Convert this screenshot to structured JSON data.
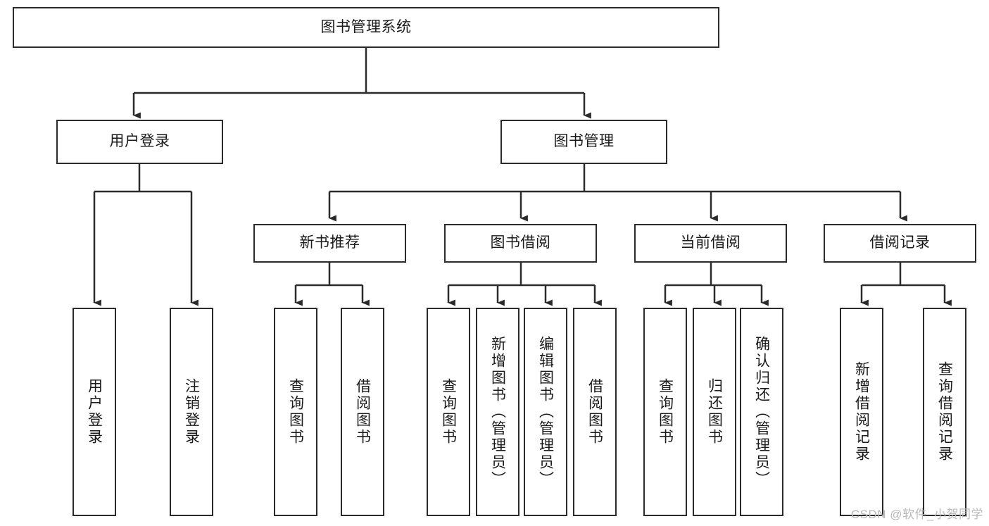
{
  "diagram": {
    "type": "hierarchy-tree",
    "title": "图书管理系统",
    "colors": {
      "stroke": "#2b2b2b",
      "fill": "#ffffff",
      "text": "#1a1a1a",
      "watermark": "#b9b9b9"
    },
    "root": {
      "label": "图书管理系统"
    },
    "level2": [
      {
        "label": "用户登录"
      },
      {
        "label": "图书管理"
      }
    ],
    "level3": [
      {
        "label": "新书推荐"
      },
      {
        "label": "图书借阅"
      },
      {
        "label": "当前借阅"
      },
      {
        "label": "借阅记录"
      }
    ],
    "leaves": {
      "user_login": [
        {
          "label": "用户登录"
        },
        {
          "label": "注销登录"
        }
      ],
      "new_book_recommend": [
        {
          "label": "查询图书"
        },
        {
          "label": "借阅图书"
        }
      ],
      "book_borrow": [
        {
          "label": "查询图书"
        },
        {
          "label": "新增图书（管理员）"
        },
        {
          "label": "编辑图书（管理员）"
        },
        {
          "label": "借阅图书"
        }
      ],
      "current_borrow": [
        {
          "label": "查询图书"
        },
        {
          "label": "归还图书"
        },
        {
          "label": "确认归还（管理员）"
        }
      ],
      "borrow_record": [
        {
          "label": "新增借阅记录"
        },
        {
          "label": "查询借阅记录"
        }
      ]
    }
  },
  "watermark": {
    "text": "CSDN @软件_小贺同学"
  }
}
